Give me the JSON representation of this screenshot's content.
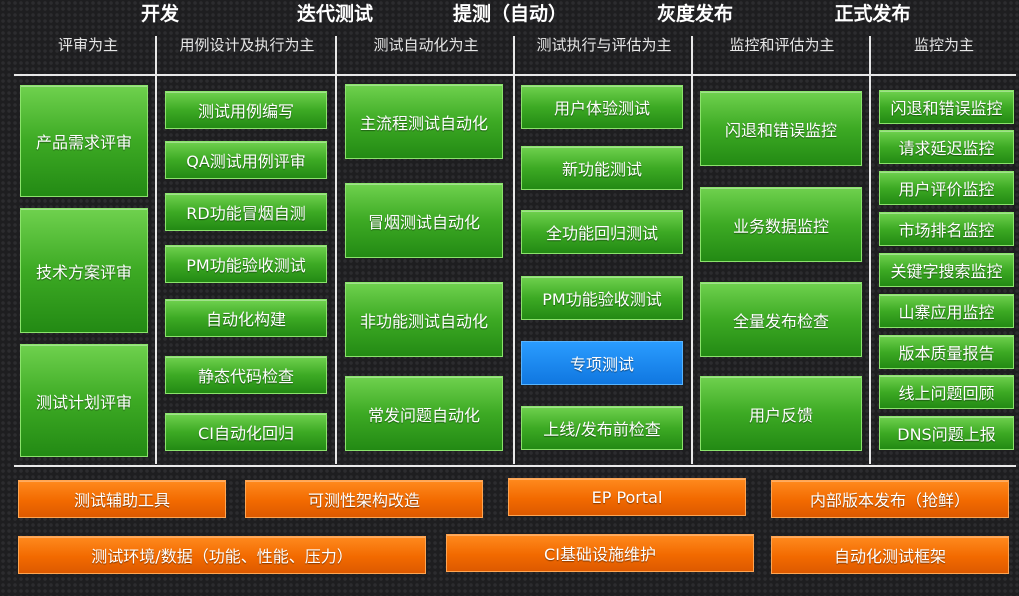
{
  "phases": [
    "开发",
    "迭代测试",
    "提测（自动）",
    "灰度发布",
    "正式发布"
  ],
  "focus": [
    "评审为主",
    "用例设计及执行为主",
    "测试自动化为主",
    "测试执行与评估为主",
    "监控和评估为主",
    "监控为主"
  ],
  "columns": {
    "review": [
      "产品需求评审",
      "技术方案评审",
      "测试计划评审"
    ],
    "design": [
      "测试用例编写",
      "QA测试用例评审",
      "RD功能冒烟自测",
      "PM功能验收测试",
      "自动化构建",
      "静态代码检查",
      "CI自动化回归"
    ],
    "automation": [
      "主流程测试自动化",
      "冒烟测试自动化",
      "非功能测试自动化",
      "常发问题自动化"
    ],
    "execution": [
      "用户体验测试",
      "新功能测试",
      "全功能回归测试",
      "PM功能验收测试",
      "专项测试",
      "上线/发布前检查"
    ],
    "eval": [
      "闪退和错误监控",
      "业务数据监控",
      "全量发布检查",
      "用户反馈"
    ],
    "monitor": [
      "闪退和错误监控",
      "请求延迟监控",
      "用户评价监控",
      "市场排名监控",
      "关键字搜索监控",
      "山寨应用监控",
      "版本质量报告",
      "线上问题回顾",
      "DNS问题上报"
    ]
  },
  "infrastructure": {
    "row1": [
      "测试辅助工具",
      "可测性架构改造",
      "EP Portal",
      "内部版本发布（抢鲜）"
    ],
    "row2": [
      "测试环境/数据（功能、性能、压力）",
      "CI基础设施维护",
      "自动化测试框架"
    ]
  },
  "colors": {
    "green": "#3daa24",
    "blue": "#1077e0",
    "orange": "#f26a00",
    "background": "#1e1e20"
  }
}
